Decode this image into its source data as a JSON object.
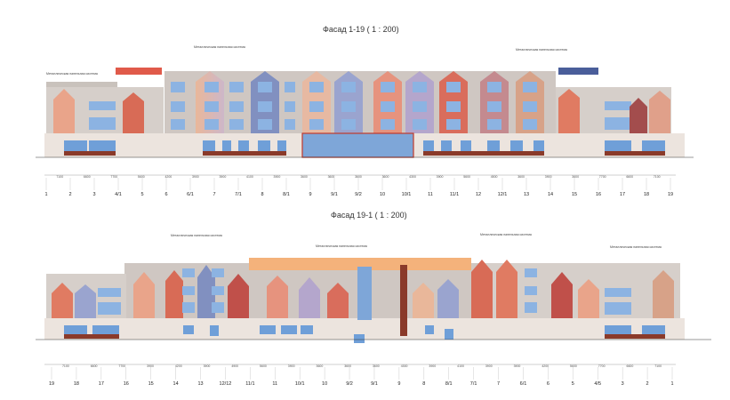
{
  "facade1": {
    "title": "Фасад 1-19 ( 1 : 200)",
    "axes": [
      "1",
      "2",
      "3",
      "4/1",
      "5",
      "6",
      "6/1",
      "7",
      "7/1",
      "8",
      "8/1",
      "9",
      "9/1",
      "9/2",
      "10",
      "10/1",
      "11",
      "11/1",
      "12",
      "12/1",
      "13",
      "14",
      "15",
      "16",
      "17",
      "18",
      "19"
    ],
    "dims": [
      "7100",
      "6600",
      "7700",
      "5600",
      "4200",
      "3900",
      "3900",
      "4100",
      "3900",
      "3600",
      "3600",
      "3600",
      "3600",
      "4300",
      "3900",
      "5600",
      "4500",
      "3600",
      "3900",
      "3600",
      "7700",
      "6600",
      "7100"
    ],
    "notes": [
      "Металлическая панельная система",
      "Металлическая панельная система",
      "Металлическая панельная система"
    ]
  },
  "facade2": {
    "title": "Фасад 19-1 ( 1 : 200)",
    "axes": [
      "19",
      "18",
      "17",
      "16",
      "15",
      "14",
      "13",
      "12/12",
      "11/1",
      "11",
      "10/1",
      "10",
      "9/2",
      "9/1",
      "9",
      "8",
      "8/1",
      "7/1",
      "7",
      "6/1",
      "6",
      "5",
      "4/5",
      "3",
      "2",
      "1"
    ],
    "dims": [
      "7100",
      "6600",
      "7700",
      "3900",
      "4200",
      "3900",
      "4900",
      "5600",
      "3900",
      "3600",
      "3600",
      "3600",
      "4300",
      "3900",
      "4100",
      "3900",
      "3900",
      "4200",
      "5600",
      "7700",
      "6600",
      "7100"
    ],
    "notes": [
      "Металлическая панельная система",
      "Металлическая панельная система",
      "Металлическая панельная система",
      "Металлическая панельная система"
    ]
  },
  "colors": {
    "brick": "#8a3a2a",
    "panel": "#c9c2bc",
    "glass": "#7ea6d8",
    "orange": "#f2b27a",
    "red": "#e05a4a",
    "blue": "#4a5e9a",
    "plinth": "#e9e2dc"
  }
}
